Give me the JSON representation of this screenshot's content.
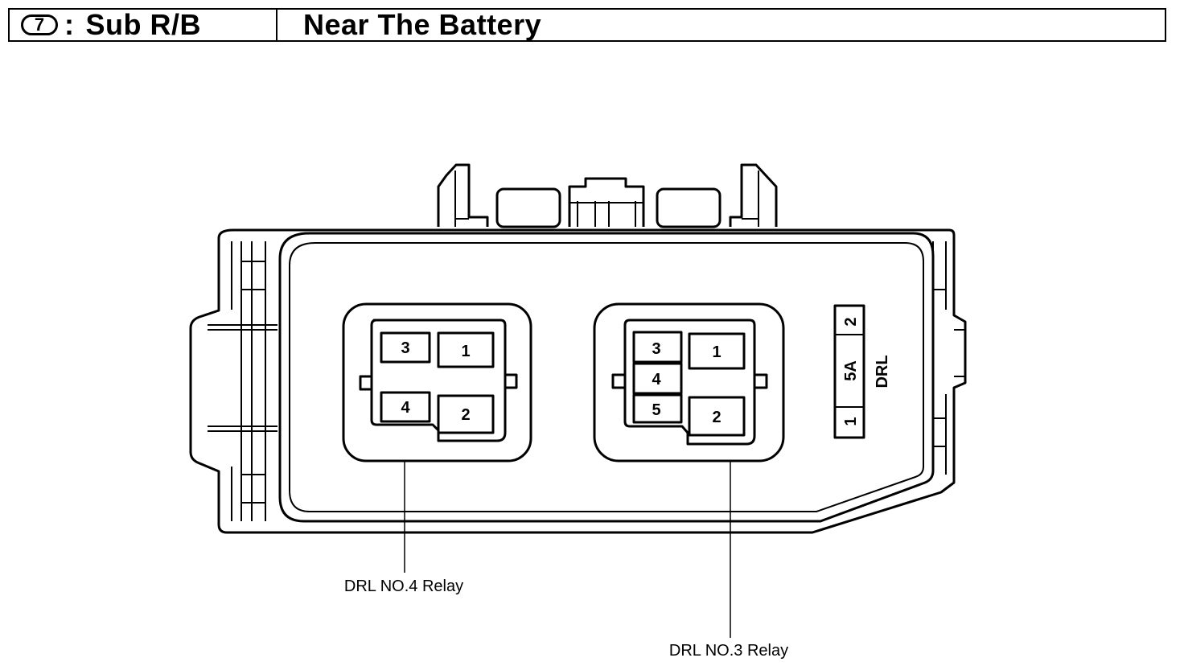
{
  "header": {
    "number": "7",
    "separator": ":",
    "box_code": "Sub R/B",
    "location": "Near The Battery"
  },
  "relay_a": {
    "label": "DRL NO.4 Relay",
    "pins": [
      "3",
      "1",
      "4",
      "2"
    ]
  },
  "relay_b": {
    "label": "DRL NO.3 Relay",
    "pins": [
      "3",
      "4",
      "5",
      "1",
      "2"
    ]
  },
  "fuse": {
    "name": "DRL",
    "rating": "5A",
    "terminal_top": "2",
    "terminal_bottom": "1"
  }
}
